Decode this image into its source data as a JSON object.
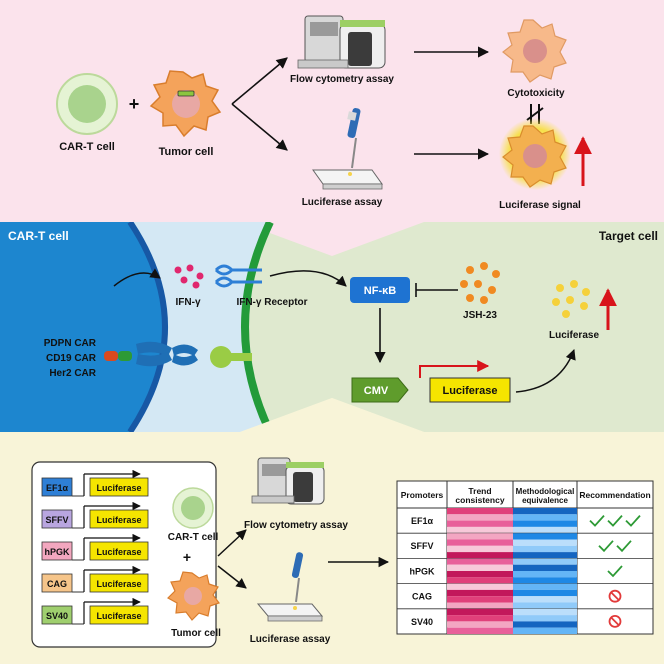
{
  "top": {
    "car_t_label": "CAR-T cell",
    "tumor_label": "Tumor cell",
    "plus": "+",
    "flow_label": "Flow cytometry assay",
    "luc_assay_label": "Luciferase assay",
    "cytotoxicity_label": "Cytotoxicity",
    "luc_signal_label": "Luciferase signal"
  },
  "middle": {
    "car_t_title": "CAR-T cell",
    "target_title": "Target cell",
    "ifng_label": "IFN-γ",
    "receptor_label": "IFN-γ Receptor",
    "nfkb_label": "NF-κB",
    "jsh_label": "JSH-23",
    "luciferase_label": "Luciferase",
    "cmv_label": "CMV",
    "reporter_label": "Luciferase",
    "cars": [
      "PDPN CAR",
      "CD19 CAR",
      "Her2 CAR"
    ]
  },
  "bottom": {
    "constructs": [
      {
        "promoter": "EF1α",
        "gene": "Luciferase",
        "color": "#2e7fd6"
      },
      {
        "promoter": "SFFV",
        "gene": "Luciferase",
        "color": "#b9a6e0"
      },
      {
        "promoter": "hPGK",
        "gene": "Luciferase",
        "color": "#f3a7bf"
      },
      {
        "promoter": "CAG",
        "gene": "Luciferase",
        "color": "#f6c58a"
      },
      {
        "promoter": "SV40",
        "gene": "Luciferase",
        "color": "#9fcf6e"
      }
    ],
    "car_t_label": "CAR-T cell",
    "tumor_label": "Tumor cell",
    "plus": "+",
    "flow_label": "Flow cytometry assay",
    "luc_assay_label": "Luciferase assay",
    "table": {
      "headers": [
        "Promoters",
        "Trend consistency",
        "Methodological equivalence",
        "Recommendation"
      ],
      "rows": [
        {
          "promoter": "EF1α",
          "checks": 3,
          "reject": false
        },
        {
          "promoter": "SFFV",
          "checks": 2,
          "reject": false
        },
        {
          "promoter": "hPGK",
          "checks": 1,
          "reject": false
        },
        {
          "promoter": "CAG",
          "checks": 0,
          "reject": true
        },
        {
          "promoter": "SV40",
          "checks": 0,
          "reject": true
        }
      ]
    }
  },
  "colors": {
    "top_bg": "#fbe3ec",
    "car_t_cyt": "#1d86cf",
    "target_bg": "#dfe9cf",
    "bottom_bg": "#f8f4d8",
    "nfkb": "#1e73d2",
    "cmv": "#5f9c2c",
    "reporter": "#f5e500",
    "arrow_red": "#d8141b",
    "check": "#2d9a35",
    "reject": "#e23a3a"
  }
}
